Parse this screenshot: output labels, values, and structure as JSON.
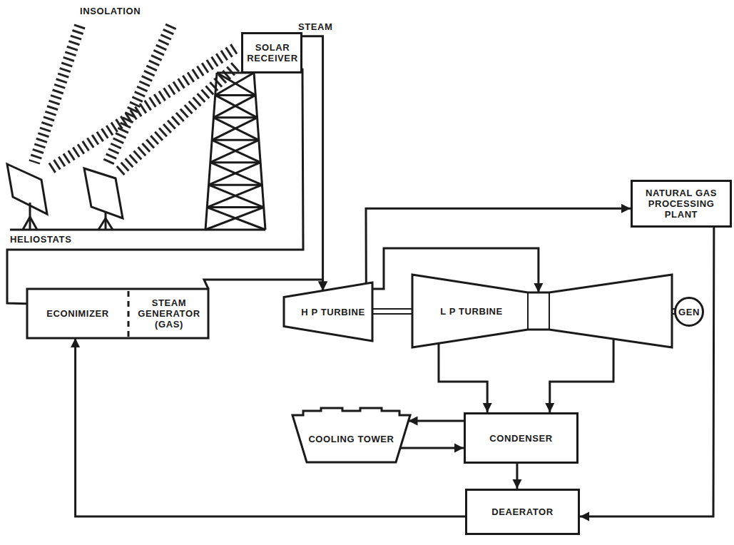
{
  "diagram": {
    "nodes": [
      {
        "text": [
          "SOLAR RECEIVER"
        ]
      },
      {
        "text": [
          "NATURAL GAS PROCESSING PLANT"
        ]
      },
      {
        "text": [
          "ECONIMIZER"
        ]
      },
      {
        "text": [
          "STEAM GENERATOR (GAS)"
        ]
      },
      {
        "text": [
          "H P TURBINE"
        ]
      },
      {
        "text": [
          "L P TURBINE"
        ]
      },
      {
        "text": [
          "GEN"
        ]
      },
      {
        "text": [
          "COOLING TOWER"
        ]
      },
      {
        "text": [
          "CONDENSER"
        ]
      },
      {
        "text": [
          "DEAERATOR"
        ]
      }
    ],
    "edges": [
      {
        "from": 0,
        "to": 4,
        "arrow": "to"
      },
      {
        "from": 3,
        "to": 4,
        "arrow": "to"
      },
      {
        "from": 9,
        "to": 2,
        "arrow": "to"
      },
      {
        "from": 2,
        "to": 0,
        "arrow": "to"
      },
      {
        "from": 4,
        "to": 1,
        "arrow": "to"
      },
      {
        "from": 4,
        "to": 5,
        "arrow": "to"
      },
      {
        "from": 5,
        "to": 8,
        "arrow": "to"
      },
      {
        "from": 5,
        "to": 8,
        "arrow": "to"
      },
      {
        "from": 8,
        "to": 7,
        "arrow": "to"
      },
      {
        "from": 7,
        "to": 8,
        "arrow": "to"
      },
      {
        "from": 8,
        "to": 9,
        "arrow": "to"
      },
      {
        "from": 1,
        "to": 9,
        "arrow": "to"
      }
    ],
    "labels": [
      "INSOLATION",
      "STEAM",
      "HELIOSTATS"
    ]
  }
}
